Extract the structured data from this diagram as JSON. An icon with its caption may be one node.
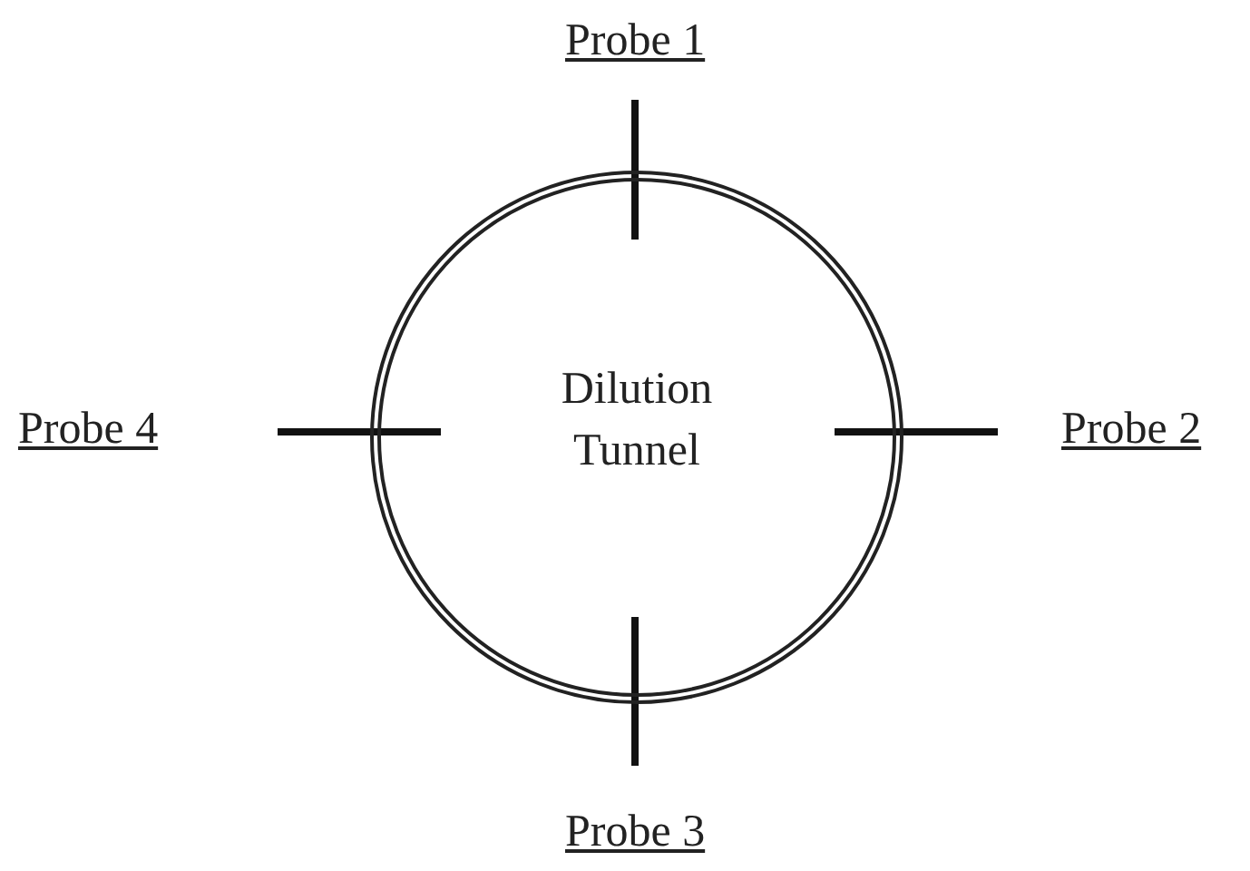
{
  "diagram": {
    "nodes": [
      {
        "text": [
          "Dilution Tunnel"
        ]
      }
    ],
    "labels": [
      "Probe 1",
      "Probe 4",
      "Probe 2",
      "Probe 3"
    ]
  }
}
